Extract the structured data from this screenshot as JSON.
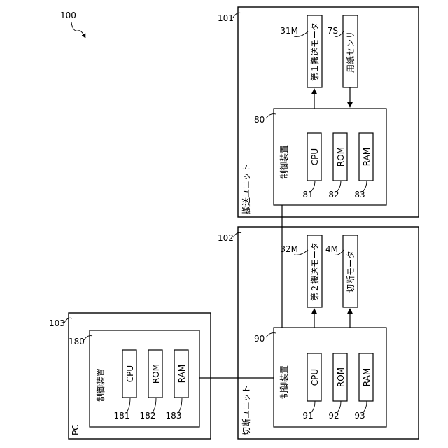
{
  "figure_ref": "100",
  "pc": {
    "ref": "103",
    "title": "PC",
    "controller": {
      "ref": "180",
      "title": "制御装置",
      "chips": [
        {
          "label": "CPU",
          "ref": "181"
        },
        {
          "label": "ROM",
          "ref": "182"
        },
        {
          "label": "RAM",
          "ref": "183"
        }
      ]
    }
  },
  "cutting_unit": {
    "ref": "102",
    "title": "切断ユニット",
    "controller": {
      "ref": "90",
      "title": "制御装置",
      "chips": [
        {
          "label": "CPU",
          "ref": "91"
        },
        {
          "label": "ROM",
          "ref": "92"
        },
        {
          "label": "RAM",
          "ref": "93"
        }
      ]
    },
    "devices": [
      {
        "label": "第２搬送モータ",
        "ref": "32M"
      },
      {
        "label": "切断モータ",
        "ref": "4M"
      }
    ]
  },
  "transport_unit": {
    "ref": "101",
    "title": "搬送ユニット",
    "controller": {
      "ref": "80",
      "title": "制御装置",
      "chips": [
        {
          "label": "CPU",
          "ref": "81"
        },
        {
          "label": "ROM",
          "ref": "82"
        },
        {
          "label": "RAM",
          "ref": "83"
        }
      ]
    },
    "devices": [
      {
        "label": "第１搬送モータ",
        "ref": "31M"
      },
      {
        "label": "用紙センサ",
        "ref": "7S"
      }
    ]
  }
}
